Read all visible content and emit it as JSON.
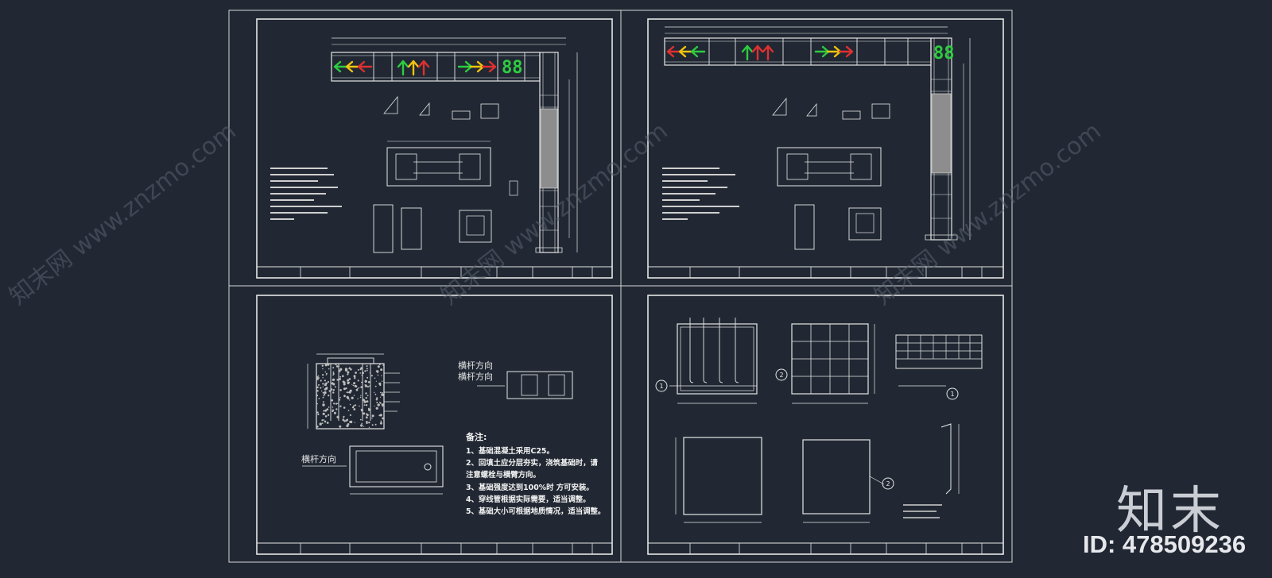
{
  "watermark": {
    "site": "知末网 www.znzmo.com",
    "logo": "知末",
    "id_text": "ID: 478509236"
  },
  "colors": {
    "background": "#212833",
    "line": "#e8e8e8",
    "green": "#2ecc40",
    "yellow": "#f1c40f",
    "red": "#e03030",
    "hatch": "#9a9a9a"
  },
  "sheets": {
    "top_left": {
      "digits": "88",
      "arrow_groups": [
        {
          "icon": "left-arrow-icon",
          "colors": [
            "green",
            "yellow",
            "red"
          ]
        },
        {
          "icon": "up-arrow-icon",
          "colors": [
            "green",
            "yellow",
            "red"
          ]
        },
        {
          "icon": "right-arrow-icon",
          "colors": [
            "green",
            "yellow",
            "red"
          ]
        }
      ]
    },
    "top_right": {
      "digits": "88",
      "arrow_groups": [
        {
          "icon": "left-arrow-icon",
          "colors": [
            "red",
            "yellow",
            "green"
          ]
        },
        {
          "icon": "up-arrow-icon",
          "colors": [
            "green",
            "red",
            "red"
          ]
        },
        {
          "icon": "right-arrow-icon",
          "colors": [
            "green",
            "yellow",
            "red"
          ]
        }
      ]
    },
    "bottom_left": {
      "direction_label": "横杆方向",
      "notes_title": "备注:",
      "notes": [
        "1、基础混凝土采用C25。",
        "2、回填土应分层夯实，浇筑基础时，请",
        "注意螺栓与横臂方向。",
        "3、基础强度达到100%时 方可安装。",
        "4、穿线管根据实际需要，适当调整。",
        "5、基础大小可根据地质情况，适当调整。"
      ]
    },
    "bottom_right": {
      "callouts": [
        "1",
        "2",
        "1",
        "2"
      ]
    }
  }
}
